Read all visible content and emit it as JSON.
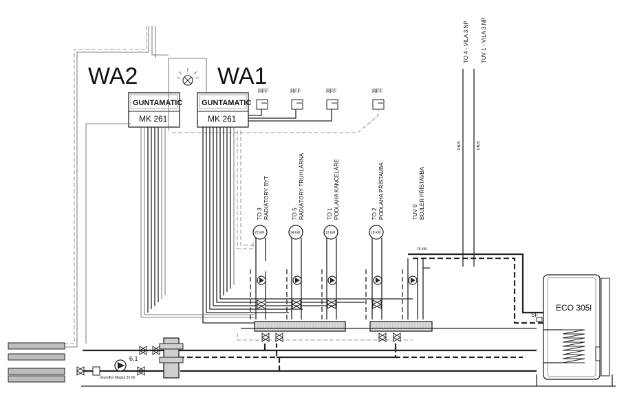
{
  "boilers": [
    {
      "tag": "WA2",
      "brand": "GUNTAMATIC",
      "model": "MK 261"
    },
    {
      "tag": "WA1",
      "brand": "GUNTAMATIC",
      "model": "MK 261"
    }
  ],
  "rff_labels": [
    "RFF",
    "RFF",
    "RFF",
    "RFF"
  ],
  "circuits": [
    {
      "code": "TO 3",
      "desc": "RADIÁTORY BYT",
      "pump_kw": "25 kW"
    },
    {
      "code": "TO 5",
      "desc": "RADIÁTORY TRUHLÁRNA",
      "pump_kw": "24 kW"
    },
    {
      "code": "TO 1",
      "desc": "PODLAHA KANCELÁŘE",
      "pump_kw": "12 kW"
    },
    {
      "code": "TO 2",
      "desc": "PODLAHA PŘÍSTAVBA",
      "pump_kw": "18 kW"
    },
    {
      "code": "TUV 0",
      "desc": "BOJLER PŘÍSTAVBA",
      "pump_kw": "15 kW"
    }
  ],
  "top_circuits": [
    {
      "label": "TO 4 - VILA 3.NP"
    },
    {
      "label": "TUV 1 - VILA 3.NP"
    }
  ],
  "tank": {
    "label": "ECO 305l",
    "sensor": "SF"
  },
  "main_pump": {
    "label": "Grundfos Magna 32-60",
    "number": "6.1"
  },
  "dn_label": "DN25"
}
